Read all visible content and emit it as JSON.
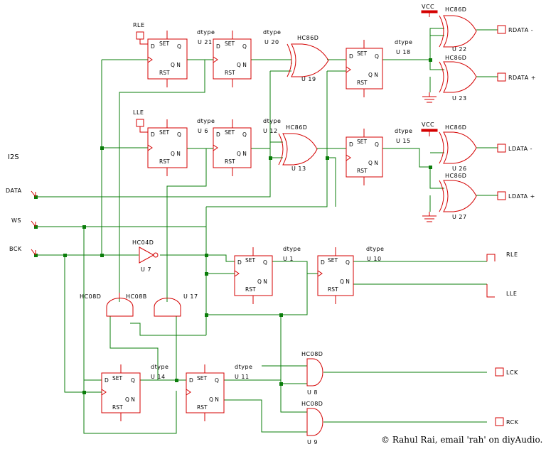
{
  "diagram": {
    "section_label": "I2S",
    "inputs": {
      "data": "DATA",
      "ws": "WS",
      "bck": "BCK"
    },
    "outputs": {
      "rdata_minus": "RDATA -",
      "rdata_plus": "RDATA +",
      "ldata_minus": "LDATA -",
      "ldata_plus": "LDATA +",
      "rle": "RLE",
      "lle": "LLE",
      "lck": "LCK",
      "rck": "RCK"
    },
    "local_inputs": {
      "rle": "RLE",
      "lle": "LLE"
    },
    "supply": "VCC",
    "pins": {
      "set": "SET",
      "rst": "RST",
      "q": "Q",
      "qn": "Q N",
      "d": "D"
    },
    "flipflops": [
      {
        "type": "dtype",
        "ref": "U 21"
      },
      {
        "type": "dtype",
        "ref": "U 20"
      },
      {
        "type": "dtype",
        "ref": "U 18"
      },
      {
        "type": "dtype",
        "ref": "U 6"
      },
      {
        "type": "dtype",
        "ref": "U 12"
      },
      {
        "type": "dtype",
        "ref": "U 15"
      },
      {
        "type": "dtype",
        "ref": "U 1"
      },
      {
        "type": "dtype",
        "ref": "U 10"
      },
      {
        "type": "dtype",
        "ref": "U 14"
      },
      {
        "type": "dtype",
        "ref": "U 11"
      }
    ],
    "xor_gates": [
      {
        "part": "HC86D",
        "ref": "U 19"
      },
      {
        "part": "HC86D",
        "ref": "U 13"
      },
      {
        "part": "HC86D",
        "ref": "U 22"
      },
      {
        "part": "HC86D",
        "ref": "U 23"
      },
      {
        "part": "HC86D",
        "ref": "U 26"
      },
      {
        "part": "HC86D",
        "ref": "U 27"
      }
    ],
    "inverter": {
      "part": "HC04D",
      "ref": "U 7"
    },
    "and_gates": [
      {
        "part": "HC08D",
        "ref": ""
      },
      {
        "part": "HC08B",
        "ref": "U 17"
      },
      {
        "part": "HC08D",
        "ref": "U 8"
      },
      {
        "part": "HC08D",
        "ref": "U 9"
      }
    ],
    "credit": "© Rahul Rai, email 'rah' on diyAudio."
  }
}
